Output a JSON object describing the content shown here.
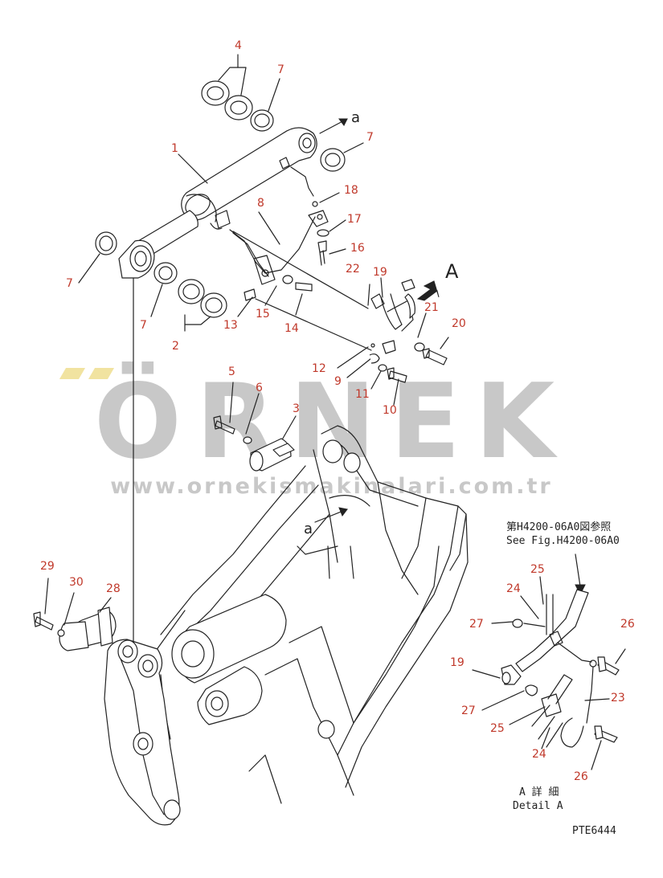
{
  "watermark": {
    "brand": "ÖRNEK",
    "url": "www.ornekismakinalari.com.tr"
  },
  "reference": {
    "jp_line": "第H4200-06A0図参照",
    "en_line": "See Fig.H4200-06A0"
  },
  "detail": {
    "jp_line": "A 詳 細",
    "en_line": "Detail A"
  },
  "figure_code": "PTE6444",
  "view_marks": {
    "arrow_a_top": "a",
    "arrow_a_bottom": "a",
    "view_A": "A"
  },
  "callouts": [
    {
      "id": "c4",
      "text": "4"
    },
    {
      "id": "c7a",
      "text": "7"
    },
    {
      "id": "c7b",
      "text": "7"
    },
    {
      "id": "c1",
      "text": "1"
    },
    {
      "id": "c18",
      "text": "18"
    },
    {
      "id": "c8",
      "text": "8"
    },
    {
      "id": "c17",
      "text": "17"
    },
    {
      "id": "c16",
      "text": "16"
    },
    {
      "id": "c7c",
      "text": "7"
    },
    {
      "id": "c22",
      "text": "22"
    },
    {
      "id": "c19a",
      "text": "19"
    },
    {
      "id": "c21",
      "text": "21"
    },
    {
      "id": "c20",
      "text": "20"
    },
    {
      "id": "c13",
      "text": "13"
    },
    {
      "id": "c15",
      "text": "15"
    },
    {
      "id": "c14",
      "text": "14"
    },
    {
      "id": "c7d",
      "text": "7"
    },
    {
      "id": "c2",
      "text": "2"
    },
    {
      "id": "c12",
      "text": "12"
    },
    {
      "id": "c9",
      "text": "9"
    },
    {
      "id": "c11",
      "text": "11"
    },
    {
      "id": "c10",
      "text": "10"
    },
    {
      "id": "c5",
      "text": "5"
    },
    {
      "id": "c6",
      "text": "6"
    },
    {
      "id": "c3",
      "text": "3"
    },
    {
      "id": "c29",
      "text": "29"
    },
    {
      "id": "c30",
      "text": "30"
    },
    {
      "id": "c28",
      "text": "28"
    },
    {
      "id": "c25a",
      "text": "25"
    },
    {
      "id": "c24a",
      "text": "24"
    },
    {
      "id": "c27a",
      "text": "27"
    },
    {
      "id": "c26a",
      "text": "26"
    },
    {
      "id": "c19b",
      "text": "19"
    },
    {
      "id": "c23",
      "text": "23"
    },
    {
      "id": "c27b",
      "text": "27"
    },
    {
      "id": "c25b",
      "text": "25"
    },
    {
      "id": "c24b",
      "text": "24"
    },
    {
      "id": "c26b",
      "text": "26"
    }
  ]
}
